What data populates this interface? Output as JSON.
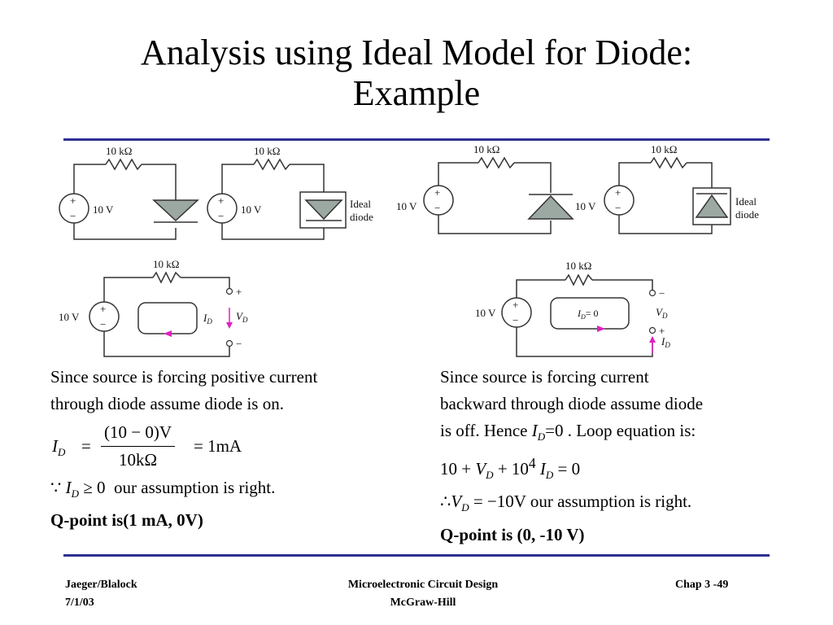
{
  "slide": {
    "title_line1": "Analysis using Ideal Model for Diode:",
    "title_line2": "Example"
  },
  "figures": {
    "resistor_label": "10 kΩ",
    "source_label": "10 V",
    "ideal_diode_line1": "Ideal",
    "ideal_diode_line2": "diode",
    "current_label": "I",
    "current_sub": "D",
    "voltage_label": "V",
    "voltage_sub": "D",
    "plus": "+",
    "minus": "−",
    "id_zero_label": "I",
    "id_zero_sub": "D",
    "id_zero_value": "= 0",
    "accent_color": "#e020c0",
    "wire_color": "#333333",
    "diode_fill": "#9ca8a2"
  },
  "left_column": {
    "line1": "Since source is forcing positive current",
    "line2": "through diode assume diode is on.",
    "eq_lhs": "I",
    "eq_lhs_sub": "D",
    "eq_equals": "=",
    "eq_num": "(10 − 0)V",
    "eq_den": "10kΩ",
    "eq_result": "= 1mA",
    "because": "∵",
    "cond": "I",
    "cond_sub": "D",
    "cond_rest": "≥ 0",
    "assumption": "our assumption is right.",
    "qpoint": "Q-point is(1 mA, 0V)"
  },
  "right_column": {
    "line1": "Since source is forcing current",
    "line2": "backward through diode assume diode",
    "line3_start": "is off. Hence",
    "line3_var": "I",
    "line3_sub": "D",
    "line3_end": "=0 . Loop equation is:",
    "loop_eq_a": "10 +",
    "loop_eq_v": "V",
    "loop_eq_vsub": "D",
    "loop_eq_b": "+ 10",
    "loop_eq_exp": "4",
    "loop_eq_i": "I",
    "loop_eq_isub": "D",
    "loop_eq_c": "= 0",
    "therefore": "∴",
    "result_var": "V",
    "result_sub": "D",
    "result_rest": "= −10V",
    "assumption": "our assumption is right.",
    "qpoint": "Q-point is (0, -10 V)"
  },
  "footer": {
    "authors": "Jaeger/Blalock",
    "date": "7/1/03",
    "book": "Microelectronic Circuit Design",
    "publisher": "McGraw-Hill",
    "page": "Chap 3 -49"
  },
  "colors": {
    "rule": "#2e3192"
  }
}
